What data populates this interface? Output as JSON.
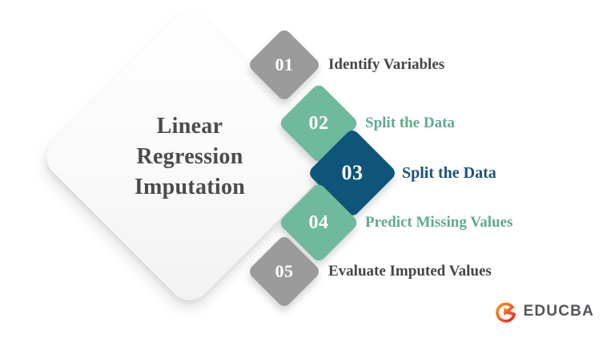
{
  "hero": {
    "lines": [
      "Linear",
      "Regression",
      "Imputation"
    ],
    "full_title": "Linear Regression Imputation",
    "fill": "#f7f7f7"
  },
  "steps": [
    {
      "number": "01",
      "label": "Identify Variables",
      "badge_color": "#9b9b9b",
      "label_color": "#454545"
    },
    {
      "number": "02",
      "label": "Split the Data",
      "badge_color": "#6fb99d",
      "label_color": "#5fab8e"
    },
    {
      "number": "03",
      "label": "Split the Data",
      "badge_color": "#0f5579",
      "label_color": "#1a5478"
    },
    {
      "number": "04",
      "label": "Predict Missing Values",
      "badge_color": "#6fb99d",
      "label_color": "#5fab8e"
    },
    {
      "number": "05",
      "label": "Evaluate Imputed Values",
      "badge_color": "#9b9b9b",
      "label_color": "#454545"
    }
  ],
  "logo": {
    "wordmark": "EDUCBA",
    "mark_name": "educba-e-play-icon",
    "color_start": "#f7941d",
    "color_end": "#ed1c24",
    "word_color": "#54565a"
  },
  "background": "#ffffff"
}
